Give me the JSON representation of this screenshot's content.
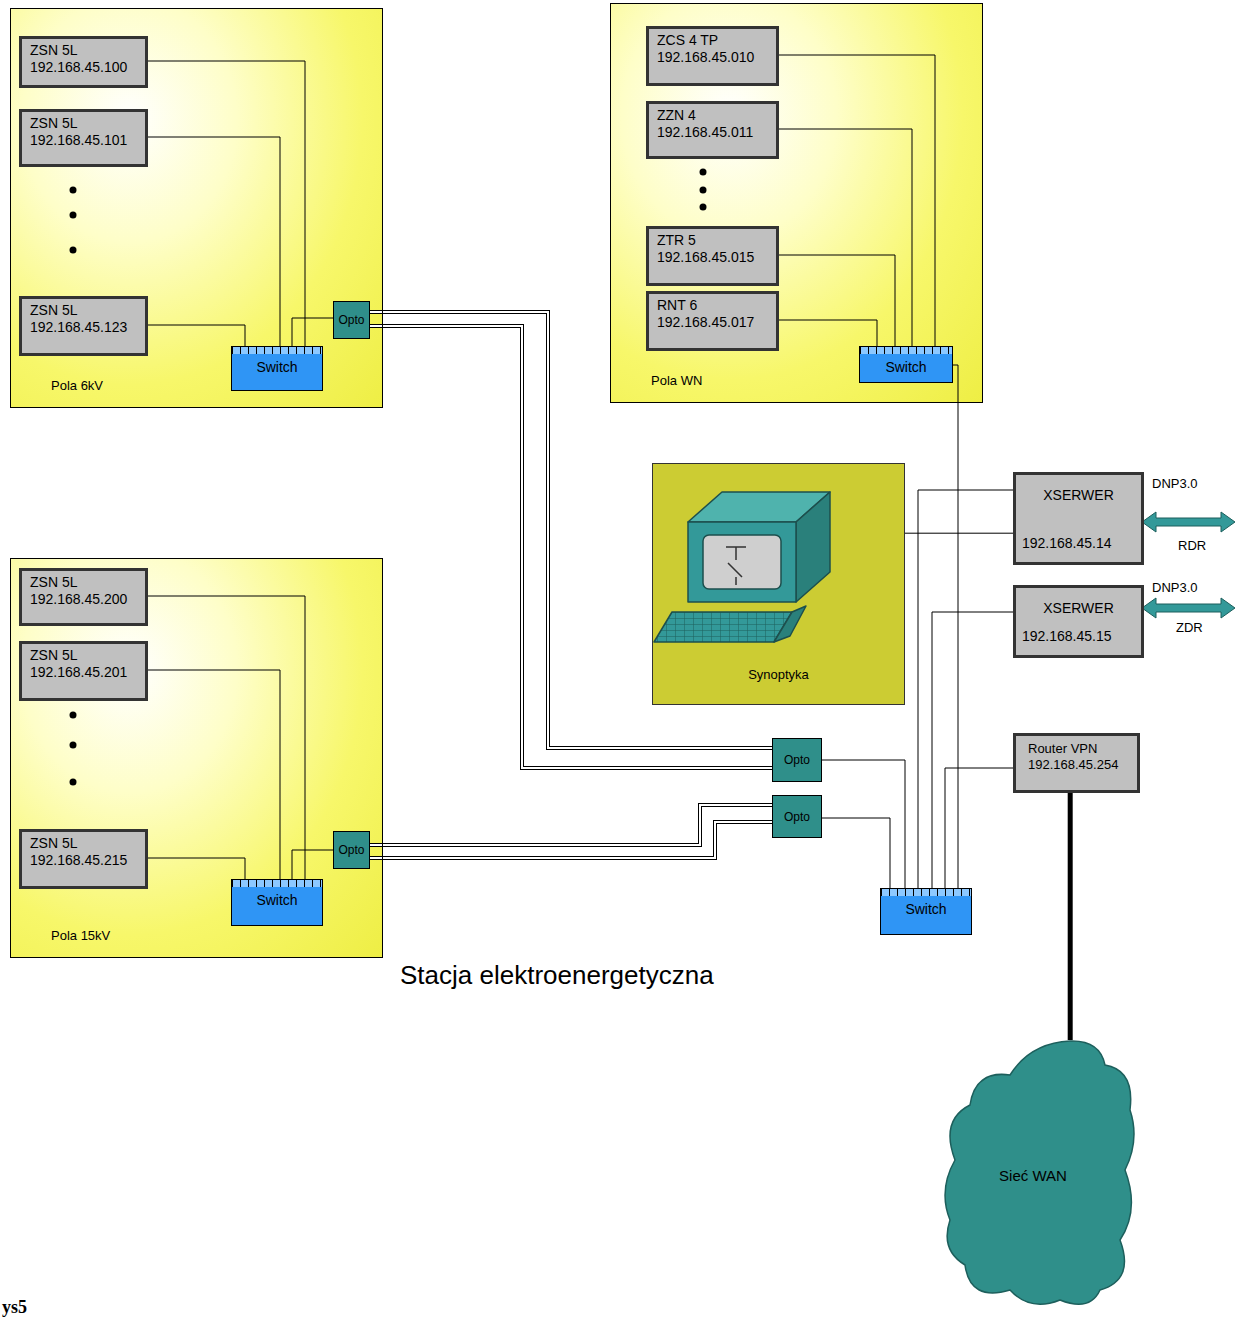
{
  "diagram": {
    "nodes": [
      {
        "text": [
          "Pola 6kV"
        ]
      },
      {
        "text": [
          "ZSN 5L",
          "192.168.45.100"
        ],
        "in": 0
      },
      {
        "text": [
          "ZSN 5L",
          "192.168.45.101"
        ],
        "in": 0
      },
      {
        "text": [
          "ZSN 5L",
          "192.168.45.123"
        ],
        "in": 0
      },
      {
        "text": [
          "Switch"
        ],
        "in": 0
      },
      {
        "text": [
          "Opto"
        ],
        "in": 0
      },
      {
        "text": [
          "Pola WN"
        ]
      },
      {
        "text": [
          "ZCS 4 TP",
          "192.168.45.010"
        ],
        "in": 6
      },
      {
        "text": [
          "ZZN 4",
          "192.168.45.011"
        ],
        "in": 6
      },
      {
        "text": [
          "ZTR 5",
          "192.168.45.015"
        ],
        "in": 6
      },
      {
        "text": [
          "RNT 6",
          "192.168.45.017"
        ],
        "in": 6
      },
      {
        "text": [
          "Switch"
        ],
        "in": 6
      },
      {
        "text": [
          "Synoptyka"
        ]
      },
      {
        "text": [
          "XSERWER",
          "192.168.45.14"
        ]
      },
      {
        "text": [
          "XSERWER",
          "192.168.45.15"
        ]
      },
      {
        "text": [
          "Pola 15kV"
        ]
      },
      {
        "text": [
          "ZSN 5L",
          "192.168.45.200"
        ],
        "in": 15
      },
      {
        "text": [
          "ZSN 5L",
          "192.168.45.201"
        ],
        "in": 15
      },
      {
        "text": [
          "ZSN 5L",
          "192.168.45.215"
        ],
        "in": 15
      },
      {
        "text": [
          "Switch"
        ],
        "in": 15
      },
      {
        "text": [
          "Opto"
        ],
        "in": 15
      },
      {
        "text": [
          "Opto"
        ]
      },
      {
        "text": [
          "Opto"
        ]
      },
      {
        "text": [
          "Router VPN",
          "192.168.45.254"
        ]
      },
      {
        "text": [
          "Switch"
        ]
      },
      {
        "text": [
          "Sieć WAN"
        ]
      }
    ],
    "edges": [
      {
        "from": 1,
        "to": 4,
        "arrow": "none"
      },
      {
        "from": 2,
        "to": 4,
        "arrow": "none"
      },
      {
        "from": 3,
        "to": 4,
        "arrow": "none"
      },
      {
        "from": 4,
        "to": 5,
        "arrow": "none"
      },
      {
        "from": 5,
        "to": 21,
        "arrow": "none"
      },
      {
        "from": 5,
        "to": 21,
        "arrow": "none"
      },
      {
        "from": 7,
        "to": 11,
        "arrow": "none"
      },
      {
        "from": 8,
        "to": 11,
        "arrow": "none"
      },
      {
        "from": 9,
        "to": 11,
        "arrow": "none"
      },
      {
        "from": 10,
        "to": 11,
        "arrow": "none"
      },
      {
        "from": 11,
        "to": 24,
        "arrow": "none"
      },
      {
        "from": 12,
        "to": 13,
        "arrow": "none"
      },
      {
        "from": 13,
        "to": 24,
        "arrow": "none"
      },
      {
        "from": 14,
        "to": 24,
        "arrow": "none"
      },
      {
        "from": 21,
        "to": 24,
        "arrow": "none"
      },
      {
        "from": 22,
        "to": 24,
        "arrow": "none"
      },
      {
        "from": 23,
        "to": 24,
        "arrow": "none"
      },
      {
        "from": 23,
        "to": 25,
        "arrow": "none"
      },
      {
        "from": 16,
        "to": 19,
        "arrow": "none"
      },
      {
        "from": 17,
        "to": 19,
        "arrow": "none"
      },
      {
        "from": 18,
        "to": 19,
        "arrow": "none"
      },
      {
        "from": 19,
        "to": 20,
        "arrow": "none"
      },
      {
        "from": 20,
        "to": 22,
        "arrow": "none"
      },
      {
        "from": 20,
        "to": 22,
        "arrow": "none"
      }
    ],
    "labels": [
      "DNP3.0",
      "RDR",
      "DNP3.0",
      "ZDR",
      "Stacja elektroenergetyczna",
      "ys5"
    ]
  }
}
